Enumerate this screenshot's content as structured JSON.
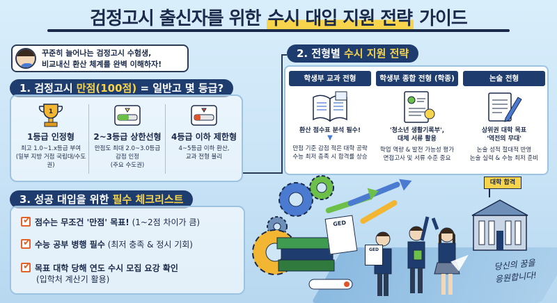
{
  "title": {
    "part1": "검정고시 출신자를 위한 ",
    "highlight": "수시 대입 지원 전략",
    "part2": " 가이드"
  },
  "intro": {
    "line1": "꾸준히 늘어나는 검정고시 수험생,",
    "line2": "비교내신 환산 체계를 완벽 이해하자!"
  },
  "section1": {
    "prefix": "1. 검정고시 ",
    "highlight": "만점(100점)",
    "suffix": " = 일반고 몇 등급?",
    "cards": [
      {
        "icon": "trophy-icon",
        "title": "1등급 인정형",
        "desc1": "최고 1.0~1.x등급 부여",
        "desc2": "(일부 지방 거점 국립대/수도권)"
      },
      {
        "icon": "gauge-green-icon",
        "title": "2~3등급 상한선형",
        "desc1": "만점도 최대 2.0~3.0등급",
        "desc2": "감점 인정",
        "desc3": "(주요 수도권)"
      },
      {
        "icon": "gauge-red-icon",
        "title": "4등급 이하 제한형",
        "desc1": "4~5등급 이하 환산,",
        "desc2": "교과 전형 불리"
      }
    ]
  },
  "section2": {
    "prefix": "2. 전형별 ",
    "highlight": "수시 지원 전략",
    "columns": [
      {
        "head": "학생부 교과 전형",
        "icon": "book-icon",
        "main1": "환산 점수표 분석 필수!",
        "sub1": "만점 기준 감점 적은 대학 공략",
        "sub2": "수능 최저 충족 시 합격률 상승"
      },
      {
        "head": "학생부 종합 전형 (학종)",
        "icon": "portfolio-icon",
        "main1": "'청소년 생활기록부',",
        "main2": "대체 서류 활용",
        "sub1": "학업 역량 & 발전 가능성 평가",
        "sub2": "면접고사 및 서류 수준 중요"
      },
      {
        "head": "논술 전형",
        "icon": "essay-pen-icon",
        "main1": "상위권 대학 목표",
        "main2": "'역전의 무대'",
        "sub1": "논술 성적 절대적 반영",
        "sub2": "논술 실력 & 수능 최저 준비"
      }
    ]
  },
  "section3": {
    "prefix": "3. 성공 대입을 위한 ",
    "highlight": "필수 체크리스트",
    "items": [
      {
        "main": "점수는 무조건 '만점' 목표!",
        "sub": " (1~2점 차이가 큼)"
      },
      {
        "main": "수능 공부 병행 필수",
        "sub": " (최저 충족 & 정시 기회)"
      },
      {
        "main": "목표 대학 당해 연도 수시 모집 요강 확인",
        "sub2": "(입학처 계산기 활용)"
      }
    ]
  },
  "scene": {
    "flag": "대학 합격",
    "ged": "GED",
    "ged2": "GED",
    "cheer1": "당신의 꿈을",
    "cheer2": "응원합니다!"
  },
  "colors": {
    "navy": "#1e3d6e",
    "yellow": "#f7d44c",
    "orange": "#e2622a",
    "panel_border": "#9cc3e2"
  }
}
